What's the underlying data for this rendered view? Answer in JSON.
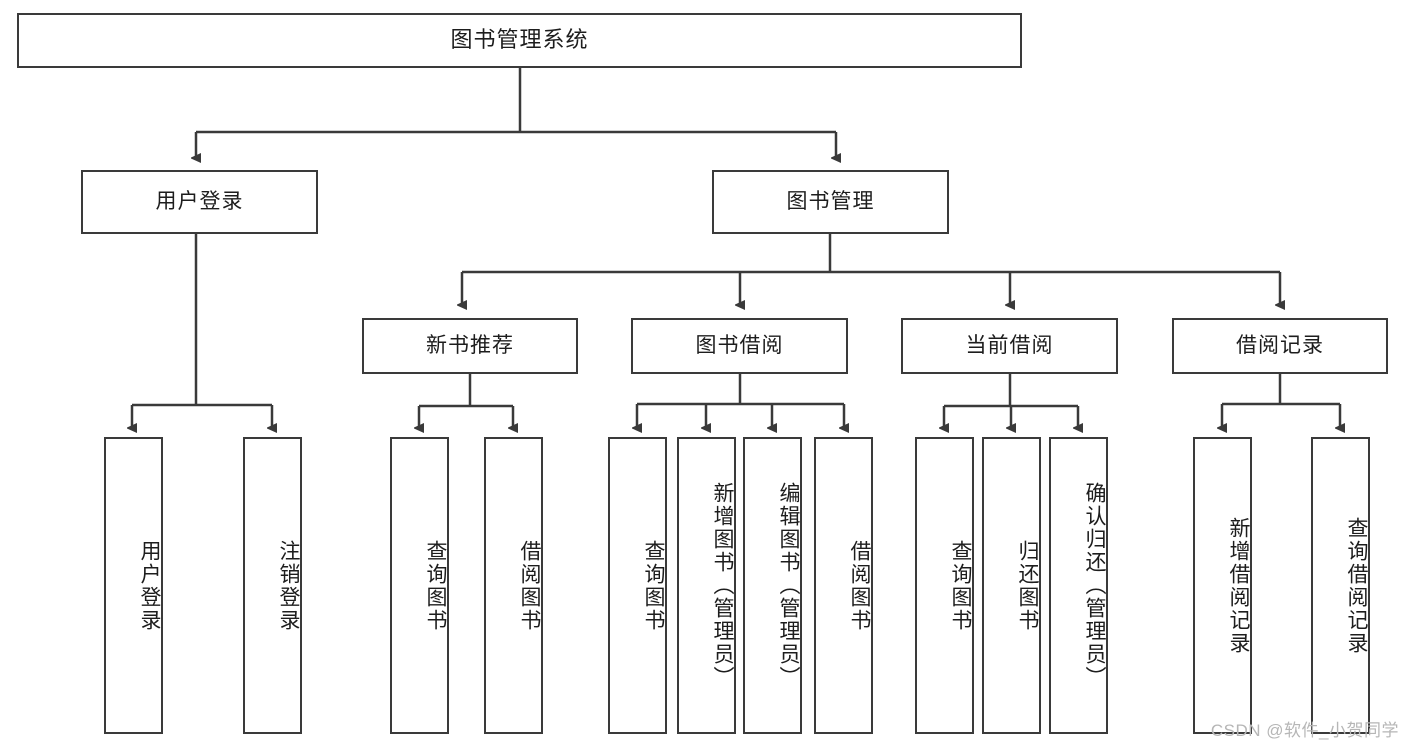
{
  "diagram": {
    "title_node": {
      "label": "图书管理系统"
    },
    "level2": [
      {
        "id": "user-login",
        "label": "用户登录"
      },
      {
        "id": "book-manage",
        "label": "图书管理"
      }
    ],
    "level3": [
      {
        "id": "new-book-recommend",
        "label": "新书推荐"
      },
      {
        "id": "book-borrow",
        "label": "图书借阅"
      },
      {
        "id": "current-borrow",
        "label": "当前借阅"
      },
      {
        "id": "borrow-record",
        "label": "借阅记录"
      }
    ],
    "leaves": {
      "user_login": [
        {
          "id": "leaf-user-login",
          "label": "用户登录"
        },
        {
          "id": "leaf-logout-login",
          "label": "注销登录"
        }
      ],
      "new_book_recommend": [
        {
          "id": "leaf-query-book-1",
          "label": "查询图书"
        },
        {
          "id": "leaf-borrow-book-1",
          "label": "借阅图书"
        }
      ],
      "book_borrow": [
        {
          "id": "leaf-query-book-2",
          "label": "查询图书"
        },
        {
          "id": "leaf-add-book",
          "label": "新增图书（管理员）"
        },
        {
          "id": "leaf-edit-book",
          "label": "编辑图书（管理员）"
        },
        {
          "id": "leaf-borrow-book-2",
          "label": "借阅图书"
        }
      ],
      "current_borrow": [
        {
          "id": "leaf-query-book-3",
          "label": "查询图书"
        },
        {
          "id": "leaf-return-book",
          "label": "归还图书"
        },
        {
          "id": "leaf-confirm-return",
          "label": "确认归还（管理员）"
        }
      ],
      "borrow_record": [
        {
          "id": "leaf-add-borrow-record",
          "label": "新增借阅记录"
        },
        {
          "id": "leaf-query-borrow-record",
          "label": "查询借阅记录"
        }
      ]
    },
    "watermark": "CSDN @软件_小贺同学",
    "colors": {
      "stroke": "#3a3a3a",
      "text": "#1d1d1d",
      "background": "#ffffff",
      "watermark": "#b6b6b6"
    }
  }
}
